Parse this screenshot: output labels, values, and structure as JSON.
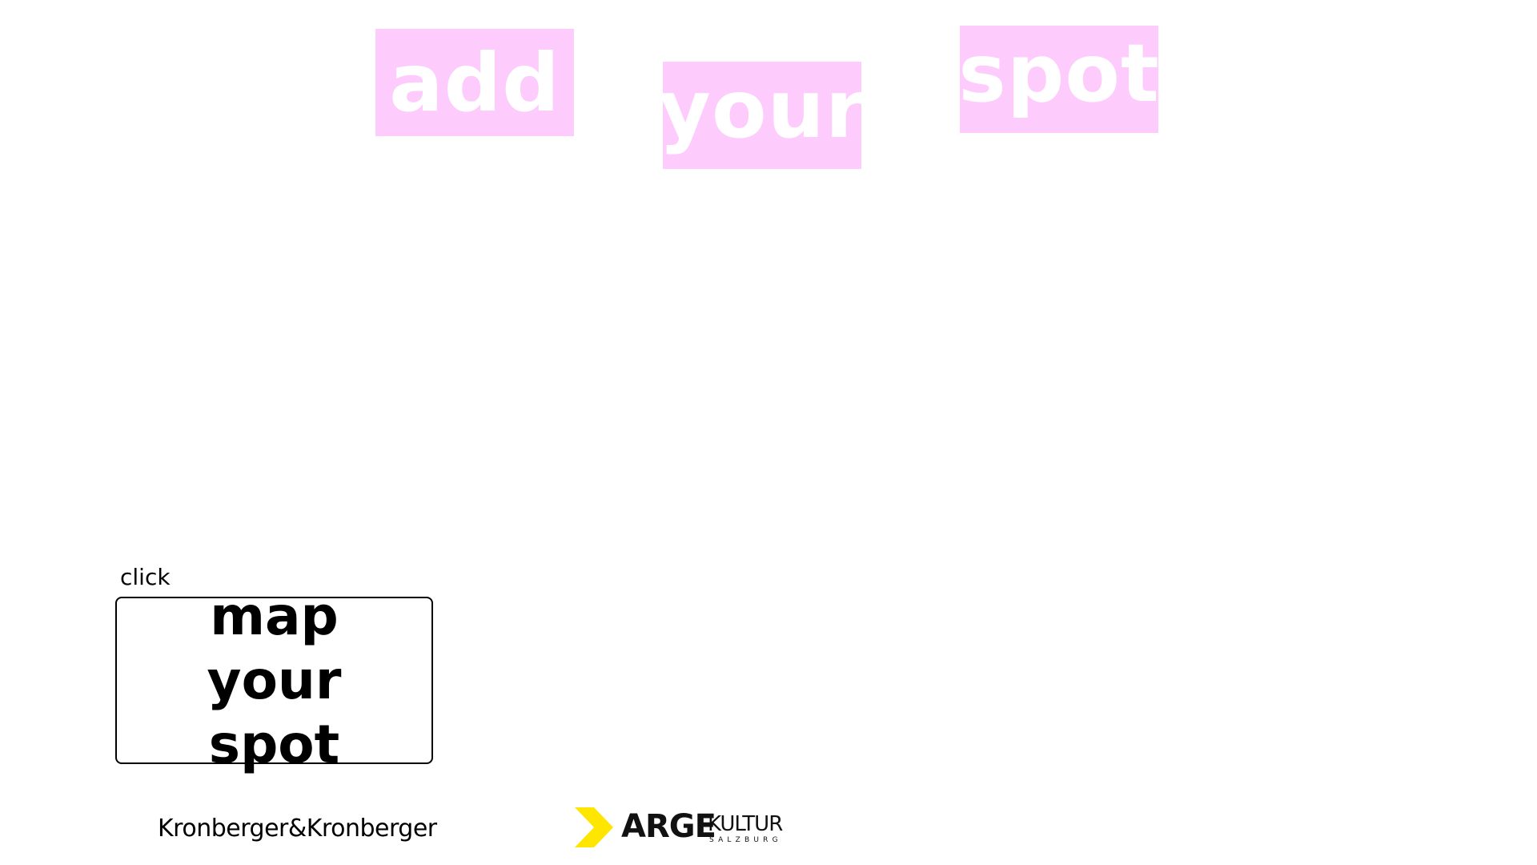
{
  "tiles": [
    {
      "id": "add",
      "text": "add"
    },
    {
      "id": "your",
      "text": "your"
    },
    {
      "id": "spot",
      "text": "spot"
    }
  ],
  "tile_color": "#fdccfd",
  "tile_text_color": "#ffffff",
  "click_hint": "click",
  "map_button": {
    "label": "map your spot"
  },
  "credit": "Kronberger&Kronberger",
  "logo": {
    "arge": "ARGE",
    "kultur": "KULTUR",
    "salzburg": "SALZBURG",
    "icon": "yellow-chevron-icon",
    "accent_color": "#ffe600"
  }
}
